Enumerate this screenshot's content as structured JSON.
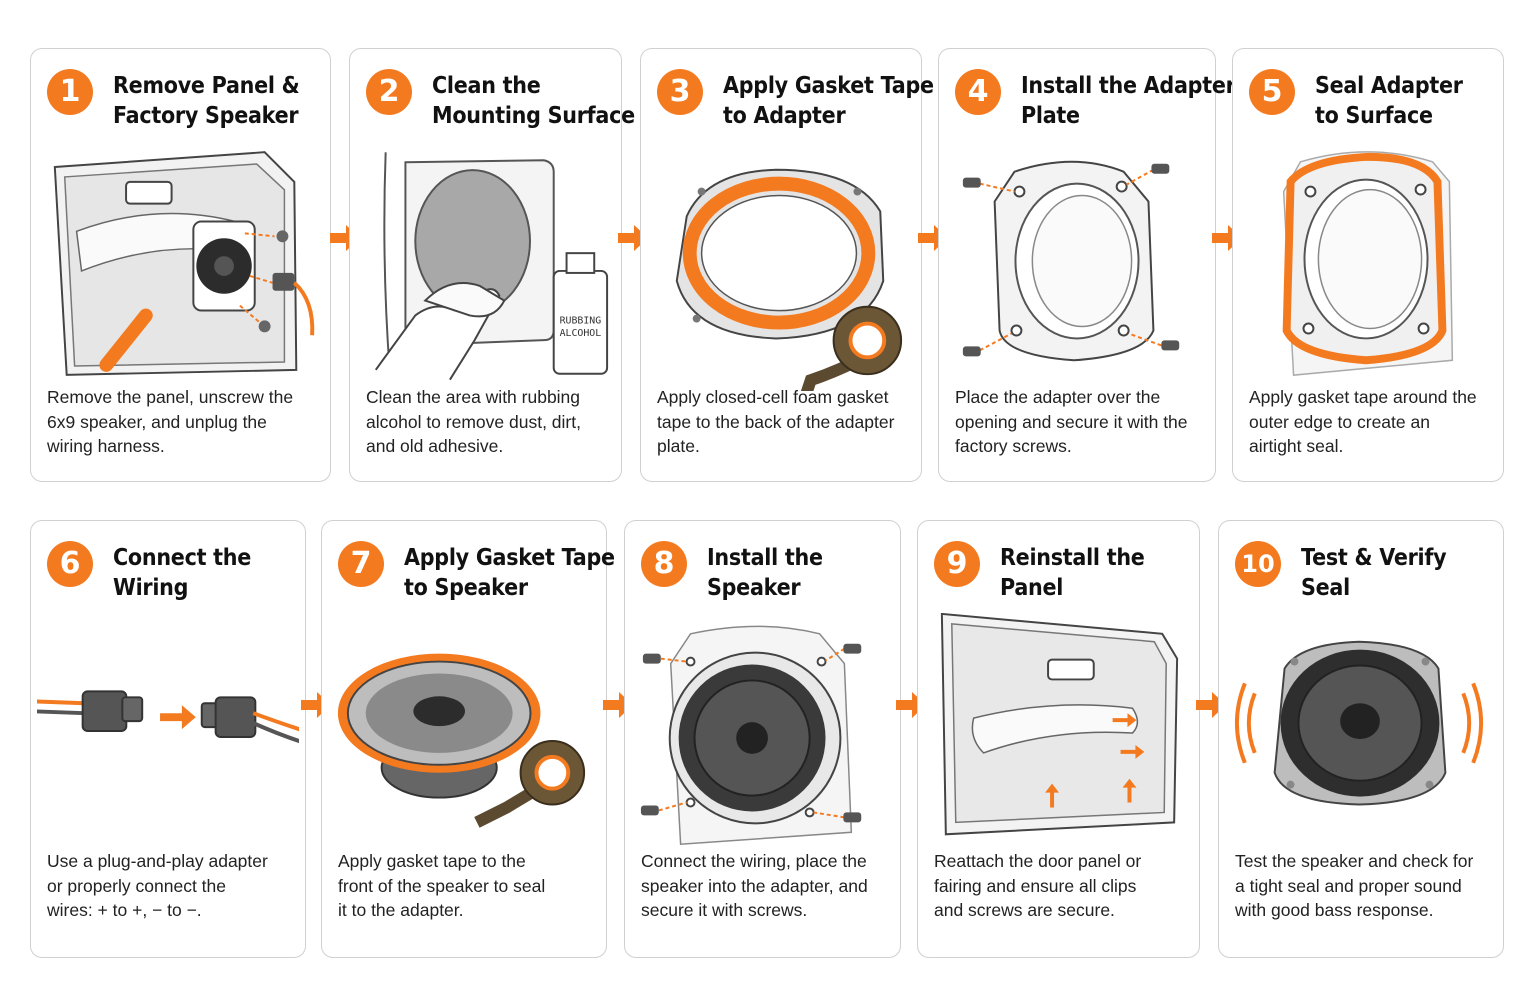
{
  "accent_color": "#f47a20",
  "steps": [
    {
      "number": "1",
      "title": [
        "Remove Panel &",
        "Factory Speaker"
      ],
      "desc": [
        "Remove the panel, unscrew the",
        "6x9 speaker, and unplug the",
        "wiring harness."
      ]
    },
    {
      "number": "2",
      "title": [
        "Clean the",
        "Mounting Surface"
      ],
      "desc": [
        "Clean the area with rubbing",
        "alcohol to remove dust, dirt,",
        "and old adhesive."
      ],
      "bottle_label": [
        "RUBBING",
        "ALCOHOL"
      ]
    },
    {
      "number": "3",
      "title": [
        "Apply Gasket Tape",
        "to Adapter"
      ],
      "desc": [
        "Apply closed-cell foam gasket",
        "tape to the back of the adapter",
        "plate."
      ]
    },
    {
      "number": "4",
      "title": [
        "Install the Adapter",
        "Plate"
      ],
      "desc": [
        "Place the adapter over the",
        "opening and secure it with the",
        "factory screws."
      ]
    },
    {
      "number": "5",
      "title": [
        "Seal Adapter",
        "to Surface"
      ],
      "desc": [
        "Apply gasket tape around the",
        "outer edge to create an",
        "airtight seal."
      ]
    },
    {
      "number": "6",
      "title": [
        "Connect the",
        "Wiring"
      ],
      "desc": [
        "Use a plug-and-play adapter",
        "or properly connect the",
        "wires: + to +, − to −."
      ]
    },
    {
      "number": "7",
      "title": [
        "Apply Gasket Tape",
        "to Speaker"
      ],
      "desc": [
        "Apply gasket tape to the",
        "front of the speaker to seal",
        "it to the adapter."
      ]
    },
    {
      "number": "8",
      "title": [
        "Install the",
        "Speaker"
      ],
      "desc": [
        "Connect the wiring, place the",
        "speaker into the adapter, and",
        "secure it with screws."
      ]
    },
    {
      "number": "9",
      "title": [
        "Reinstall the",
        "Panel"
      ],
      "desc": [
        "Reattach the door panel or",
        "fairing and ensure all clips",
        "and screws are secure."
      ]
    },
    {
      "number": "10",
      "title": [
        "Test & Verify",
        "Seal"
      ],
      "desc": [
        "Test the speaker and check for",
        "a tight seal and proper sound",
        "with good bass response."
      ]
    }
  ],
  "icons": {
    "connector": "arrow-right-icon",
    "step1": "door-panel-speaker-removal-icon",
    "step2": "hand-cleaning-cloth-icon",
    "step3": "adapter-plate-gasket-tape-icon",
    "step4": "adapter-plate-screws-icon",
    "step5": "sealed-adapter-icon",
    "step6": "wiring-connector-icon",
    "step7": "speaker-gasket-tape-icon",
    "step8": "speaker-install-screws-icon",
    "step9": "door-panel-reinstall-icon",
    "step10": "speaker-sound-waves-icon"
  }
}
